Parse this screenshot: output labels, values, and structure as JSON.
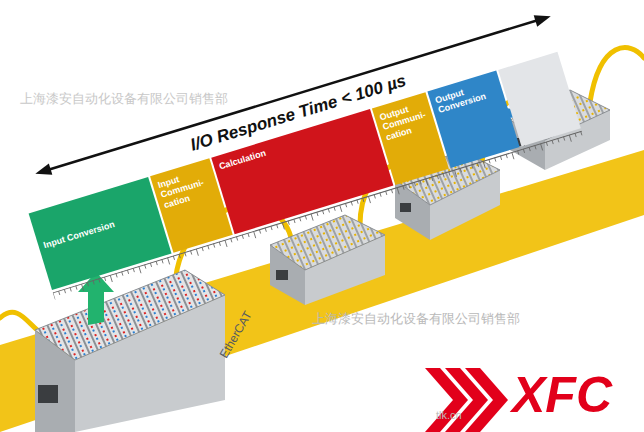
{
  "diagram": {
    "title": "I/O Response Time < 100 µs",
    "nodes": [
      {
        "text": [
          "Input Conversion"
        ]
      },
      {
        "text": [
          "Input Communi-cation"
        ]
      },
      {
        "text": [
          "Calculation"
        ]
      },
      {
        "text": [
          "Output Communi-cation"
        ]
      },
      {
        "text": [
          "Output Conversion"
        ]
      }
    ],
    "labels": [
      "上海漆安自动化设备有限公司销售部",
      "上海漆安自动化设备有限公司销售部",
      "EtherCAT",
      "XFC",
      "tlk.cn"
    ]
  }
}
